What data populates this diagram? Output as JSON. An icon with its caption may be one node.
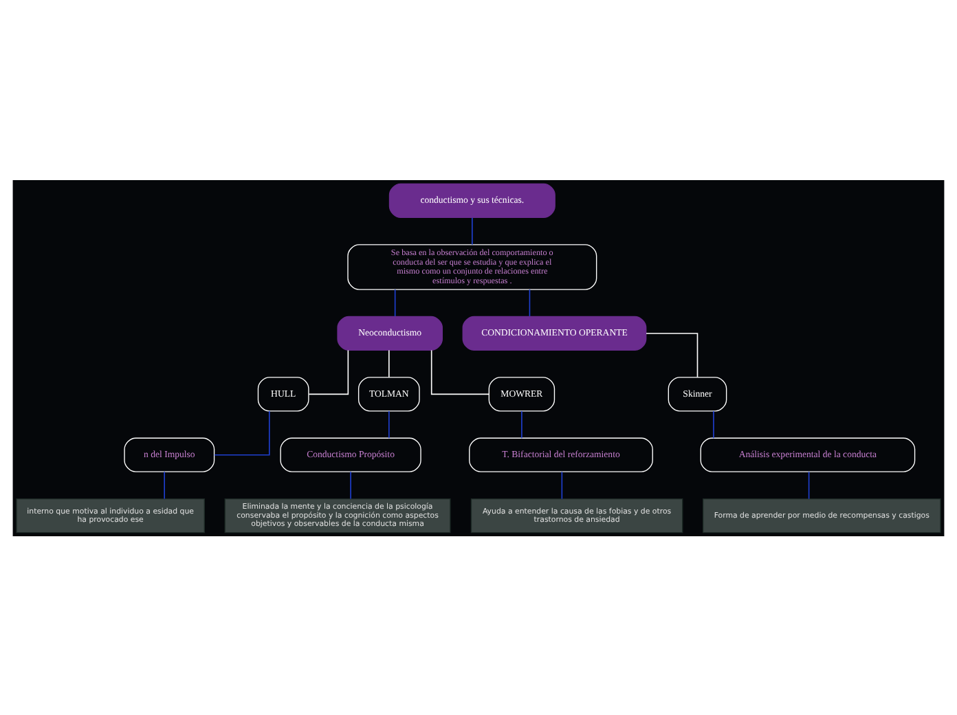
{
  "diagram": {
    "nodes": [
      {
        "text": [
          "conductismo y sus técnicas."
        ]
      },
      {
        "text": [
          "Se basa en la observación del comportamiento o conducta del ser que se estudia y que explica el mismo como un conjunto de relaciones entre estímulos y respuestas ."
        ]
      },
      {
        "text": [
          "Neoconductismo"
        ]
      },
      {
        "text": [
          "CONDICIONAMIENTO OPERANTE"
        ]
      },
      {
        "text": [
          "HULL"
        ]
      },
      {
        "text": [
          "TOLMAN"
        ]
      },
      {
        "text": [
          "MOWRER"
        ]
      },
      {
        "text": [
          "Skinner"
        ]
      },
      {
        "text": [
          "n del Impulso"
        ]
      },
      {
        "text": [
          "Conductismo Propósito"
        ]
      },
      {
        "text": [
          "T. Bifactorial del reforzamiento"
        ]
      },
      {
        "text": [
          "Análisis experimental de la conducta"
        ]
      },
      {
        "text": [
          "interno que motiva al individuo a esidad que ha provocado ese"
        ]
      },
      {
        "text": [
          "Eliminada la mente y la conciencia de la psicología conservaba el propósito y la cognición como aspectos objetivos y observables de la conducta misma"
        ]
      },
      {
        "text": [
          "Ayuda a entender la causa de las fobias y de otros trastornos de ansiedad"
        ]
      },
      {
        "text": [
          "Forma de aprender por medio de recompensas y castigos"
        ]
      }
    ],
    "edges": [
      {
        "from": 0,
        "to": 1,
        "arrow": "none"
      },
      {
        "from": 1,
        "to": 2,
        "arrow": "none"
      },
      {
        "from": 1,
        "to": 3,
        "arrow": "none"
      },
      {
        "from": 2,
        "to": 4,
        "arrow": "none",
        "color": "#ffffff"
      },
      {
        "from": 2,
        "to": 5,
        "arrow": "none",
        "color": "#ffffff"
      },
      {
        "from": 2,
        "to": 6,
        "arrow": "none",
        "color": "#ffffff"
      },
      {
        "from": 3,
        "to": 7,
        "arrow": "none",
        "color": "#ffffff"
      },
      {
        "from": 4,
        "to": 8,
        "arrow": "none"
      },
      {
        "from": 5,
        "to": 9,
        "arrow": "none"
      },
      {
        "from": 6,
        "to": 10,
        "arrow": "none"
      },
      {
        "from": 7,
        "to": 11,
        "arrow": "none"
      },
      {
        "from": 8,
        "to": 12,
        "arrow": "none"
      },
      {
        "from": 9,
        "to": 13,
        "arrow": "none"
      },
      {
        "from": 10,
        "to": 14,
        "arrow": "none"
      },
      {
        "from": 11,
        "to": 15,
        "arrow": "none"
      }
    ]
  }
}
